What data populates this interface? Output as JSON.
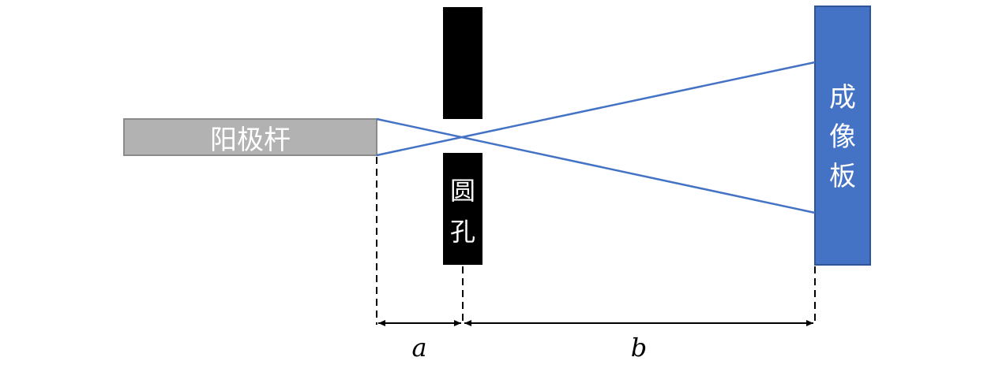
{
  "anode_rod": {
    "label": "阳极杆",
    "fill": "#b2b2b2",
    "stroke": "#8a8a8a"
  },
  "aperture": {
    "label_line1": "圆",
    "label_line2": "孔",
    "fill": "#000000"
  },
  "imaging_plate": {
    "label_line1": "成",
    "label_line2": "像",
    "label_line3": "板",
    "fill": "#4472c4",
    "stroke": "#2f5597"
  },
  "rays": {
    "color": "#4472c4"
  },
  "dimensions": {
    "distance_a": "a",
    "distance_b": "b"
  }
}
